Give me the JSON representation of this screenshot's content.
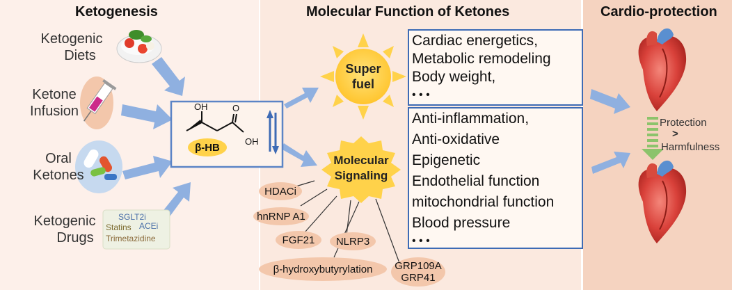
{
  "headers": {
    "ketogenesis": "Ketogenesis",
    "molecular_function": "Molecular Function of Ketones",
    "cardio_protection": "Cardio-protection"
  },
  "sources": {
    "diets": {
      "line1": "Ketogenic",
      "line2": "Diets"
    },
    "infusion": {
      "line1": "Ketone",
      "line2": "Infusion"
    },
    "oral": {
      "line1": "Oral",
      "line2": "Ketones"
    },
    "drugs": {
      "line1": "Ketogenic",
      "line2": "Drugs"
    }
  },
  "drug_badge": {
    "sglt2i": "SGLT2i",
    "statins": "Statins",
    "acei": "ACEi",
    "trimetazidine": "Trimetazidine"
  },
  "molecule": {
    "oh_top": "OH",
    "oh_right": "OH",
    "oxygen": "O",
    "label": "β-HB"
  },
  "super_fuel": {
    "line1": "Super",
    "line2": "fuel"
  },
  "molecular_signaling": {
    "line1": "Molecular",
    "line2": "Signaling"
  },
  "fuel_effects": [
    "Cardiac energetics,",
    "Metabolic remodeling",
    "Body weight,",
    "• • •"
  ],
  "signaling_effects": [
    "Anti-inflammation,",
    "Anti-oxidative",
    "Epigenetic",
    "Endothelial function",
    "mitochondrial function",
    "Blood pressure",
    "• • •"
  ],
  "signaling_targets": {
    "hdaci": "HDACi",
    "hnrnp": "hnRNP A1",
    "fgf21": "FGF21",
    "nlrp3": "NLRP3",
    "bhb_ylation": "β-hydroxybutyrylation",
    "grp109a": "GRP109A",
    "grp41": "GRP41"
  },
  "balance": {
    "protection": "Protection",
    "symbol": ">",
    "harmfulness": "Harmfulness"
  },
  "colors": {
    "panel_left": "#fdf0ea",
    "panel_mid": "#fbe9df",
    "panel_right": "#f5d3c0",
    "arrow_blue": "#8fb0e0",
    "box_border": "#3d6bb5",
    "oval": "#f3c7ab",
    "sun": "#ffd24a",
    "green": "#8cc36b"
  },
  "icons": [
    "salad-plate-icon",
    "syringe-icon",
    "pills-icon",
    "heart-icon"
  ]
}
